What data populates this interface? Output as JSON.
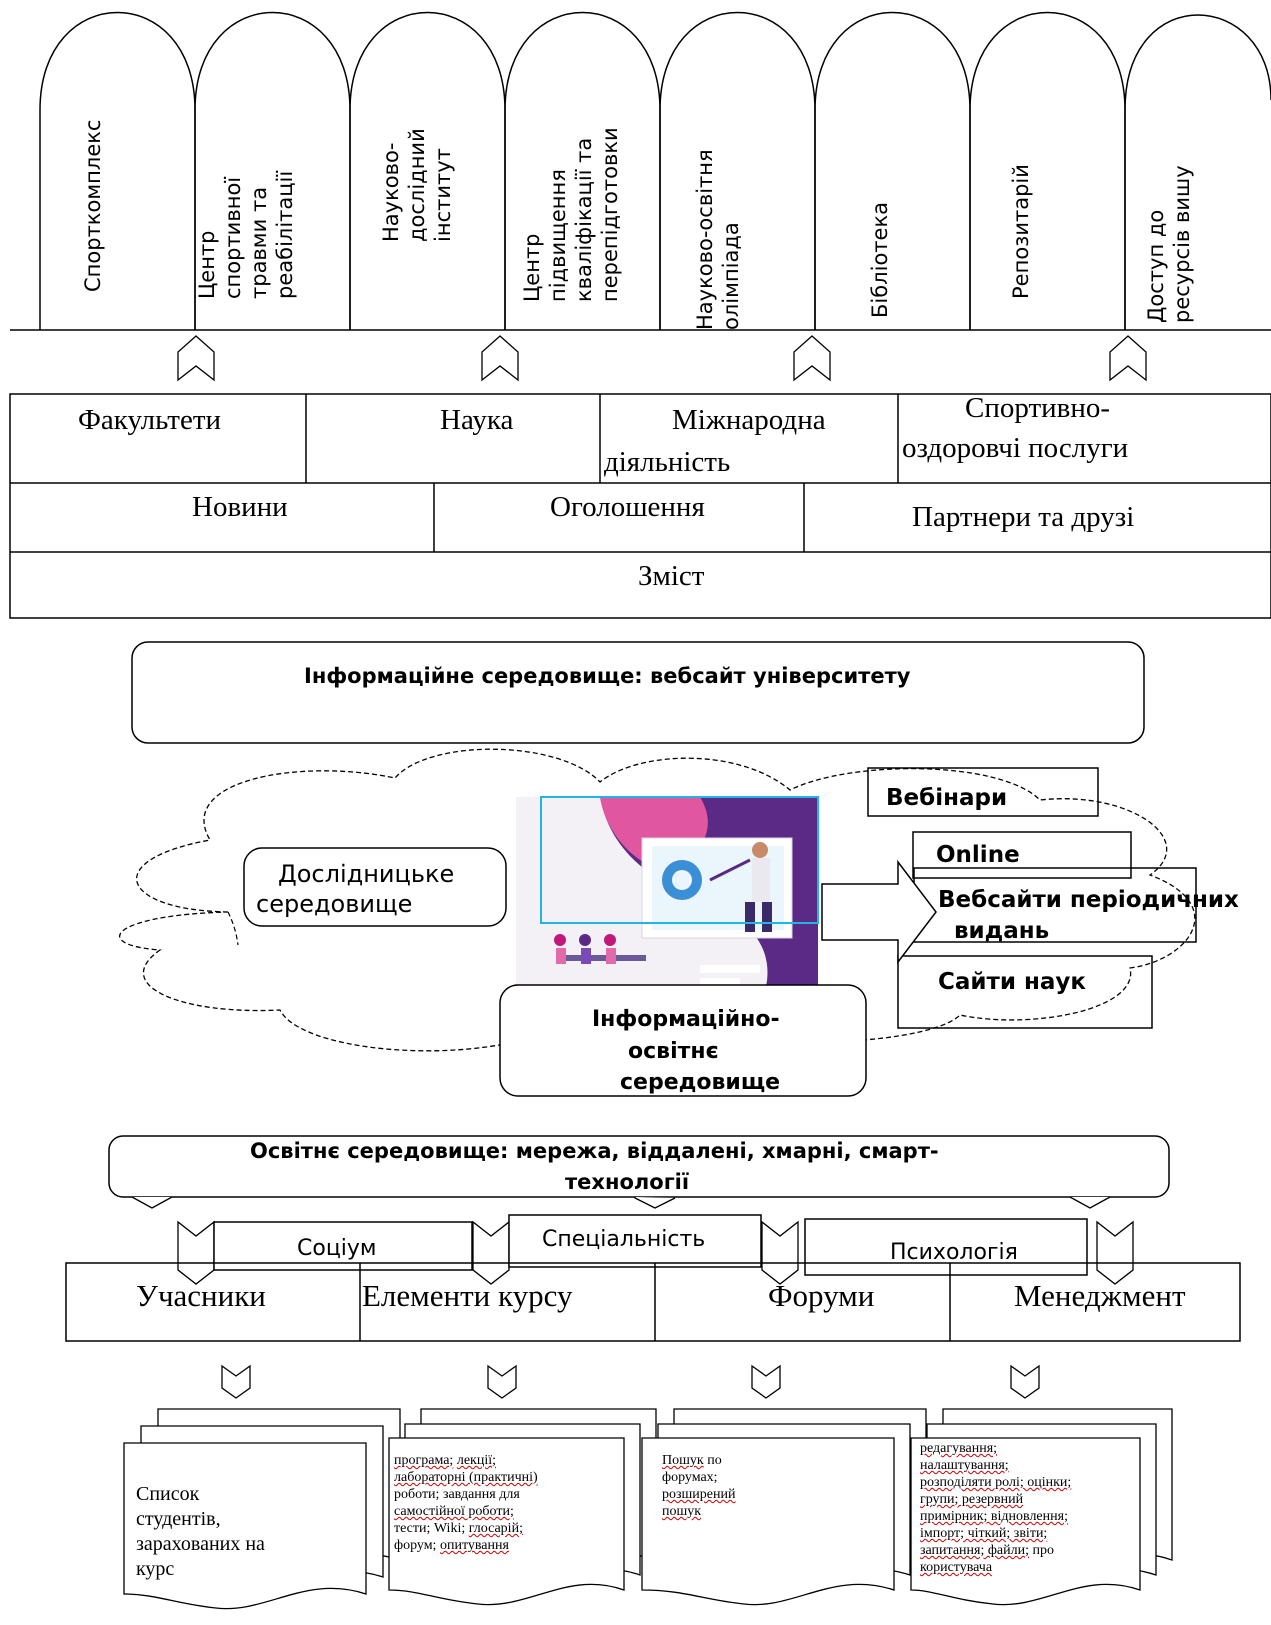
{
  "arches": [
    {
      "id": "sportcomplex",
      "label": "Спорткомплекс"
    },
    {
      "id": "sport-injury-center",
      "label": "Центр\nспортивної\nтравми та\nреабілітації"
    },
    {
      "id": "research-institute",
      "label": "Науково-\nдослідний\nінститут"
    },
    {
      "id": "qualification-center",
      "label": "Центр\nпідвищення\nкваліфікації та\nперепідготовки"
    },
    {
      "id": "olympiad",
      "label": "Науково-освітня\nолімпіада"
    },
    {
      "id": "library",
      "label": "Бібліотека"
    },
    {
      "id": "repository",
      "label": "Репозитарій"
    },
    {
      "id": "resources-access",
      "label": "Доступ до\nресурсів вишу"
    }
  ],
  "site_table": {
    "row1": [
      "Факультети",
      "Наука",
      "Міжнародна",
      "діяльність",
      "Спортивно-",
      "оздоровчі послуги"
    ],
    "row2": [
      "Новини",
      "Оголошення",
      "Партнери та друзі"
    ],
    "row3": [
      "Зміст"
    ]
  },
  "website_box": "Інформаційне середовище: вебсайт університету",
  "cloud": {
    "research_env": [
      "Дослідницьке",
      "середовище"
    ],
    "webinars": "Вебінари",
    "online": "Online",
    "periodicals": [
      "Вебсайти періодичних",
      "видань"
    ],
    "science_sites": "Сайти наук",
    "info_edu_env": [
      "Інформаційно-",
      "освітнє",
      "середовище"
    ]
  },
  "edu_env_box": [
    "Освітнє середовище: мережа, віддалені, хмарні, смарт-",
    "технології"
  ],
  "tabs": {
    "socium": "Соціум",
    "specialty": "Спеціальність",
    "psychology": "Психологія"
  },
  "course_row": [
    "Учасники",
    "Елементи курсу",
    "Форуми",
    "Менеджмент"
  ],
  "docs": {
    "participants": [
      "Список",
      "студентів,",
      "зарахованих на",
      "курс"
    ],
    "elements": [
      [
        {
          "t": "програма;",
          "r": true
        },
        {
          "t": " "
        },
        {
          "t": "лекції;",
          "r": true
        }
      ],
      [
        {
          "t": "лабораторні (практичні)",
          "r": true
        }
      ],
      [
        {
          "t": "роботи; завдання для"
        }
      ],
      [
        {
          "t": "самостійної роботи;",
          "r": true
        }
      ],
      [
        {
          "t": "тести; Wiki; "
        },
        {
          "t": "глосарій;",
          "r": true
        }
      ],
      [
        {
          "t": "форум; "
        },
        {
          "t": "опитування",
          "r": true
        }
      ]
    ],
    "forums": [
      [
        {
          "t": "Пошук",
          "r": true
        },
        {
          "t": " по"
        }
      ],
      [
        {
          "t": "форумах;"
        }
      ],
      [
        {
          "t": "розширений",
          "r": true
        }
      ],
      [
        {
          "t": "пошук",
          "r": true
        }
      ]
    ],
    "management": [
      [
        {
          "t": "редагування;",
          "r": true
        }
      ],
      [
        {
          "t": "налаштування;",
          "r": true
        }
      ],
      [
        {
          "t": "розподіляти ролі; оцінки;",
          "r": true
        }
      ],
      [
        {
          "t": "групи; резервний",
          "r": true
        }
      ],
      [
        {
          "t": "примірник; відновлення;",
          "r": true
        }
      ],
      [
        {
          "t": "імпорт; чіткий; звіти;",
          "r": true
        }
      ],
      [
        {
          "t": "запитання; файли;",
          "r": true
        },
        {
          "t": " про"
        }
      ],
      [
        {
          "t": "користувача",
          "r": true
        }
      ]
    ]
  },
  "colors": {
    "stroke": "#000000",
    "accent_cyan": "#1fb6e6",
    "magenta": "#c2187a",
    "purple": "#5b2a86"
  }
}
